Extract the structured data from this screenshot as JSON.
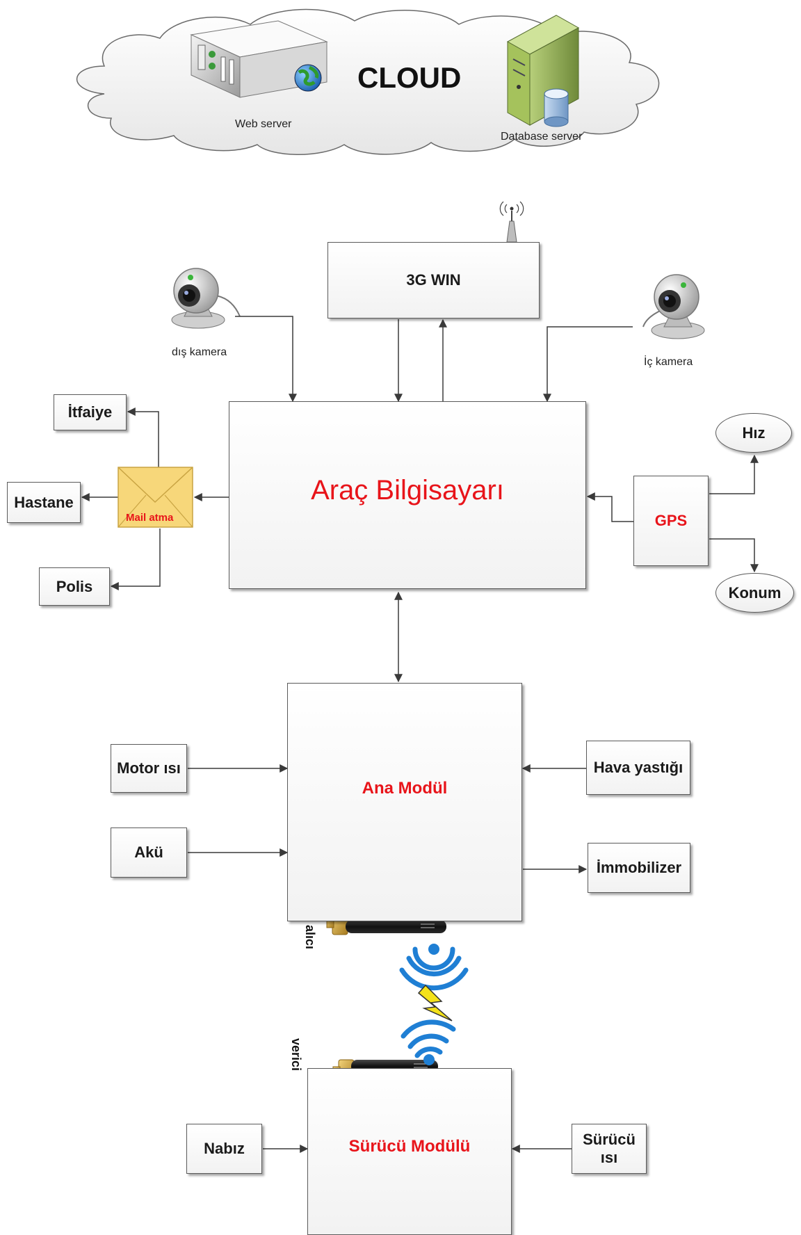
{
  "cloud": {
    "title": "CLOUD",
    "web_server_label": "Web server",
    "database_server_label": "Database server"
  },
  "nodes": {
    "win3g": "3G WIN",
    "outer_camera": "dış kamera",
    "inner_camera": "İç kamera",
    "vehicle_computer": "Araç Bilgisayarı",
    "fire_dept": "İtfaiye",
    "hospital": "Hastane",
    "police": "Polis",
    "mail": "Mail atma",
    "gps": "GPS",
    "speed": "Hız",
    "location": "Konum",
    "main_module": "Ana Modül",
    "engine_temp": "Motor ısı",
    "battery": "Akü",
    "airbag": "Hava yastığı",
    "immobilizer": "İmmobilizer",
    "receiver": "alıcı",
    "transmitter": "verici",
    "driver_module": "Sürücü Modülü",
    "pulse": "Nabız",
    "driver_temp": "Sürücü ısı"
  },
  "colors": {
    "accent_red": "#e8141a",
    "line": "#3a3a3a",
    "mail_yellow": "#f7d77a",
    "wifi_blue": "#1f7fd4"
  }
}
